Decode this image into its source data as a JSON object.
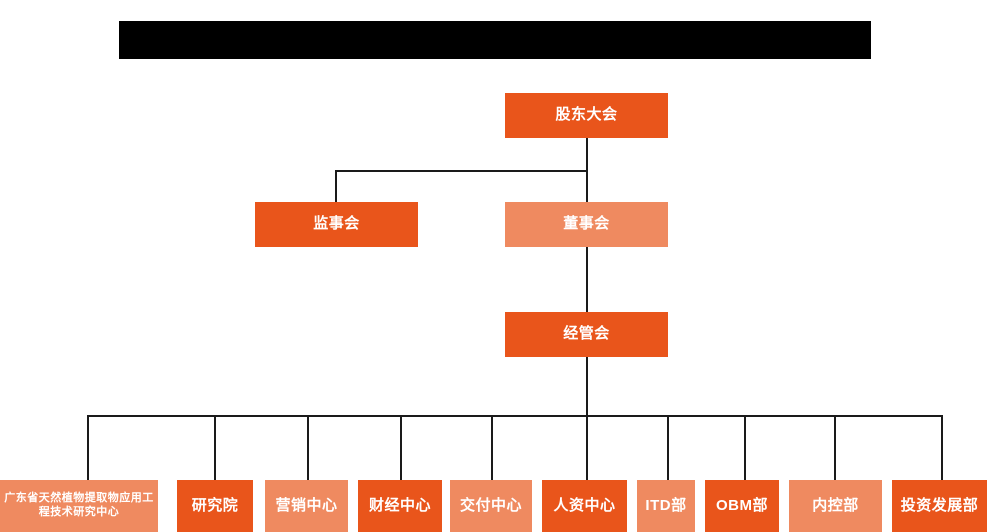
{
  "chart_data": {
    "type": "diagram",
    "title": "",
    "subtitle": "",
    "diagram_kind": "organization-chart",
    "orientation": "top-down",
    "levels": 4,
    "colors": {
      "dark_orange": "#E9551B",
      "light_orange": "#EF8A60",
      "line": "#1a1a1a",
      "background": "#ffffff",
      "redaction": "#000000",
      "text": "#ffffff"
    },
    "nodes": [
      {
        "id": "n1",
        "label": "股东大会",
        "level": 1,
        "tone": "dark"
      },
      {
        "id": "n2",
        "label": "监事会",
        "level": 2,
        "tone": "dark"
      },
      {
        "id": "n3",
        "label": "董事会",
        "level": 2,
        "tone": "light"
      },
      {
        "id": "n4",
        "label": "经管会",
        "level": 3,
        "tone": "dark"
      },
      {
        "id": "n5",
        "label": "广东省天然植物提取物应用工程技术研究中心",
        "level": 4,
        "tone": "light"
      },
      {
        "id": "n6",
        "label": "研究院",
        "level": 4,
        "tone": "dark"
      },
      {
        "id": "n7",
        "label": "营销中心",
        "level": 4,
        "tone": "light"
      },
      {
        "id": "n8",
        "label": "财经中心",
        "level": 4,
        "tone": "dark"
      },
      {
        "id": "n9",
        "label": "交付中心",
        "level": 4,
        "tone": "light"
      },
      {
        "id": "n10",
        "label": "人资中心",
        "level": 4,
        "tone": "dark"
      },
      {
        "id": "n11",
        "label": "ITD部",
        "level": 4,
        "tone": "light"
      },
      {
        "id": "n12",
        "label": "OBM部",
        "level": 4,
        "tone": "dark"
      },
      {
        "id": "n13",
        "label": "内控部",
        "level": 4,
        "tone": "light"
      },
      {
        "id": "n14",
        "label": "投资发展部",
        "level": 4,
        "tone": "dark"
      }
    ],
    "edges": [
      {
        "from": "n1",
        "to": "n2"
      },
      {
        "from": "n1",
        "to": "n3"
      },
      {
        "from": "n3",
        "to": "n4"
      },
      {
        "from": "n4",
        "to": "n5"
      },
      {
        "from": "n4",
        "to": "n6"
      },
      {
        "from": "n4",
        "to": "n7"
      },
      {
        "from": "n4",
        "to": "n8"
      },
      {
        "from": "n4",
        "to": "n9"
      },
      {
        "from": "n4",
        "to": "n10"
      },
      {
        "from": "n4",
        "to": "n11"
      },
      {
        "from": "n4",
        "to": "n12"
      },
      {
        "from": "n4",
        "to": "n13"
      },
      {
        "from": "n4",
        "to": "n14"
      }
    ]
  },
  "chart": {
    "nodes": {
      "shareholders_meeting": "股东大会",
      "board_of_supervisors": "监事会",
      "board_of_directors": "董事会",
      "management_committee": "经管会",
      "research_center": "广东省天然植物提取物应用工程技术研究中心",
      "research_institute": "研究院",
      "marketing_center": "营销中心",
      "finance_center": "财经中心",
      "delivery_center": "交付中心",
      "hr_center": "人资中心",
      "itd_department": "ITD部",
      "obm_department": "OBM部",
      "internal_control_department": "内控部",
      "investment_development_department": "投资发展部"
    },
    "redaction_banner": ""
  }
}
